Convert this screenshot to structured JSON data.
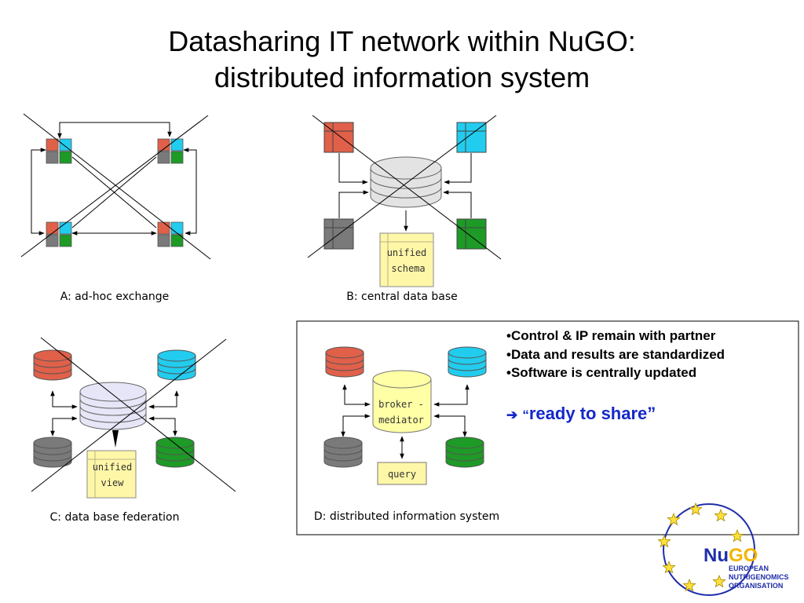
{
  "title": {
    "line1": "Datasharing IT network within NuGO:",
    "line2": "distributed information system"
  },
  "panels": {
    "a": {
      "caption": "A: ad-hoc exchange"
    },
    "b": {
      "caption": "B: central data base",
      "box_line1": "unified",
      "box_line2": "schema"
    },
    "c": {
      "caption": "C: data base federation",
      "box_line1": "unified",
      "box_line2": "view"
    },
    "d": {
      "caption": "D: distributed information system",
      "broker_line1": "broker -",
      "broker_line2": "mediator",
      "query": "query"
    }
  },
  "bullets": [
    "Control & IP remain with partner",
    "Data and results are standardized",
    "Software is centrally updated"
  ],
  "ready": {
    "arrow": "➔",
    "quote_open": "“",
    "text": "ready to share",
    "quote_close": "”"
  },
  "logo": {
    "nu": "Nu",
    "go": "GO",
    "line1": "EUROPEAN",
    "line2": "NUTRIGENOMICS",
    "line3": "ORGANISATION"
  },
  "colors": {
    "red": "#e0604a",
    "cyan": "#22ccee",
    "gray": "#7a7a7a",
    "green": "#1e9a26",
    "note_yellow": "#fff7a8",
    "broker_yellow": "#ffffa6",
    "lavender": "#e6e6f8",
    "ready_blue": "#1428c8"
  }
}
